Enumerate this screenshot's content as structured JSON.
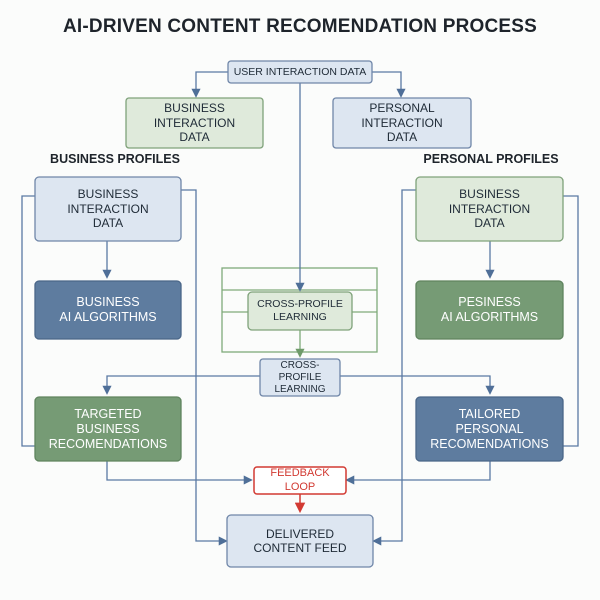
{
  "title": "AI-DRIVEN CONTENT RECOMENDATION PROCESS",
  "sections": {
    "business_profiles": "BUSINESS PROFILES",
    "personal_profiles": "PERSONAL PROFILES"
  },
  "nodes": {
    "user_interaction": "USER INTERACTION DATA",
    "business_interaction_top": "BUSINESS\nINTERACTION\nDATA",
    "personal_interaction_top": "PERSONAL\nINTERACTION\nDATA",
    "business_interaction_left": "BUSINESS\nINTERACTION\nDATA",
    "business_interaction_right": "BUSINESS\nINTERACTION\nDATA",
    "business_ai": "BUSINESS\nAI ALGORITHMS",
    "personal_ai": "PESINESS\nAI ALGORITHMS",
    "cross_profile_upper": "CROSS-PROFILE\nLEARNING",
    "cross_profile_lower": "CROSS-PROFILE\nLEARNING",
    "targeted": "TARGETED\nBUSINESS\nRECOMENDATIONS",
    "tailored": "TAILORED\nPERSONAL\nRECOMENDATIONS",
    "feedback": "FEEDBACK LOOP",
    "delivered": "DELIVERED\nCONTENT FEED"
  },
  "colors": {
    "light_blue_fill": "#dde6f1",
    "light_blue_stroke": "#6f86a8",
    "light_green_fill": "#dfeadb",
    "light_green_stroke": "#7fa27a",
    "dark_blue_fill": "#5e7c9f",
    "dark_green_fill": "#769b75",
    "connector_blue": "#5a79a3",
    "connector_green": "#7faa7a",
    "feedback_red": "#d23a32"
  }
}
